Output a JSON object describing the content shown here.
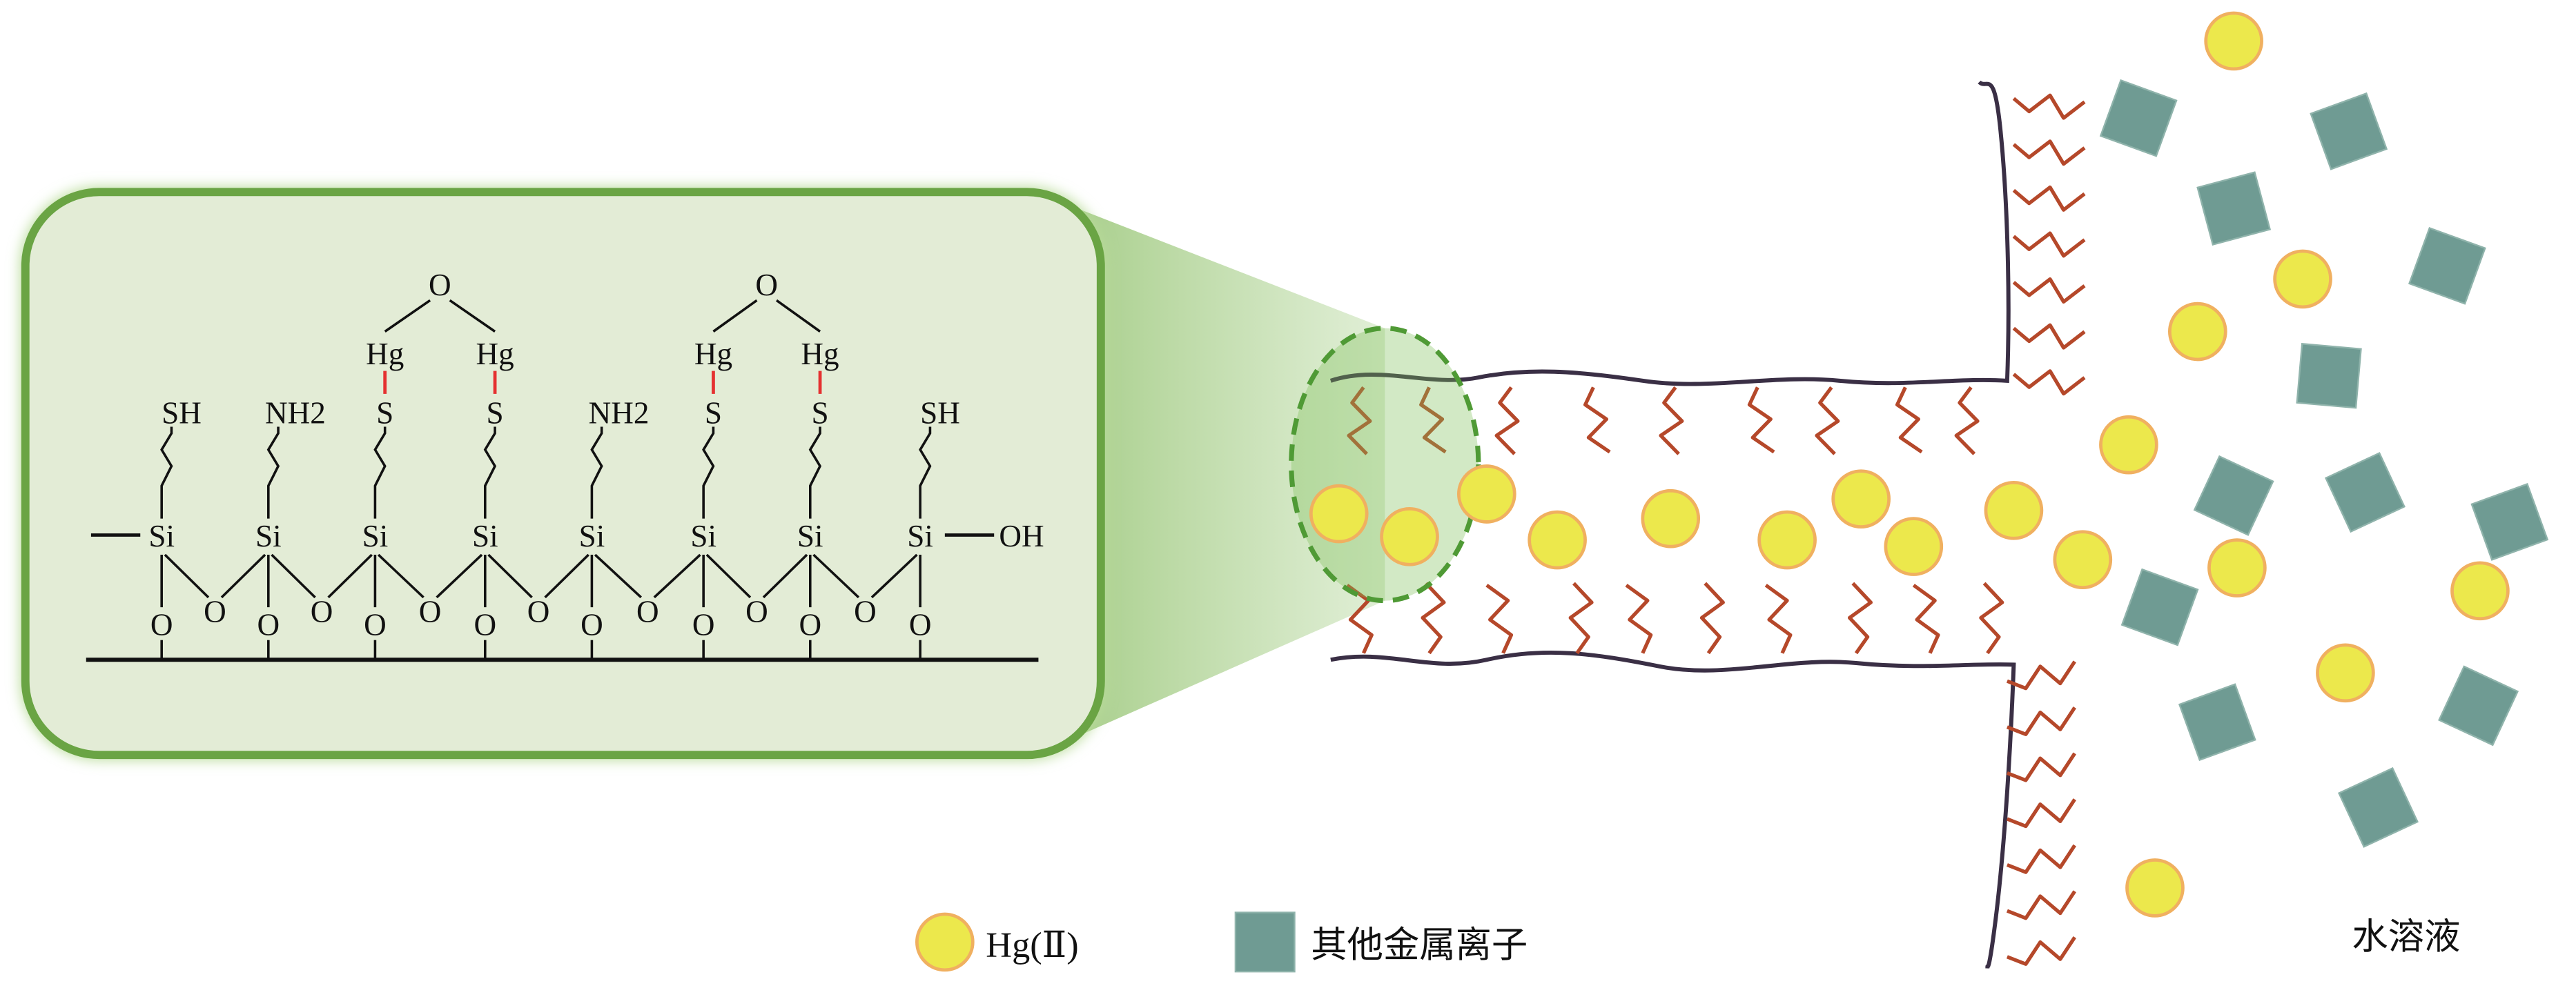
{
  "colors": {
    "panel_fill": "#e3ecd6",
    "panel_stroke": "#6aa444",
    "hg_ion": "#ece84c",
    "hg_ion_stroke": "#f0b060",
    "other_ion": "#6f9b93",
    "chain": "#b5482a",
    "wall": "#3a2f45"
  },
  "structure": {
    "silicon_label": "Si",
    "oxygen_label": "O",
    "mercury_label": "Hg",
    "hydroxyl_label": "OH",
    "groups": [
      "SH",
      "NH2",
      "S",
      "S",
      "NH2",
      "S",
      "S",
      "SH"
    ]
  },
  "legend": {
    "hg_label": "Hg(Ⅱ)",
    "other_label": "其他金属离子",
    "solution_label": "水溶液"
  }
}
